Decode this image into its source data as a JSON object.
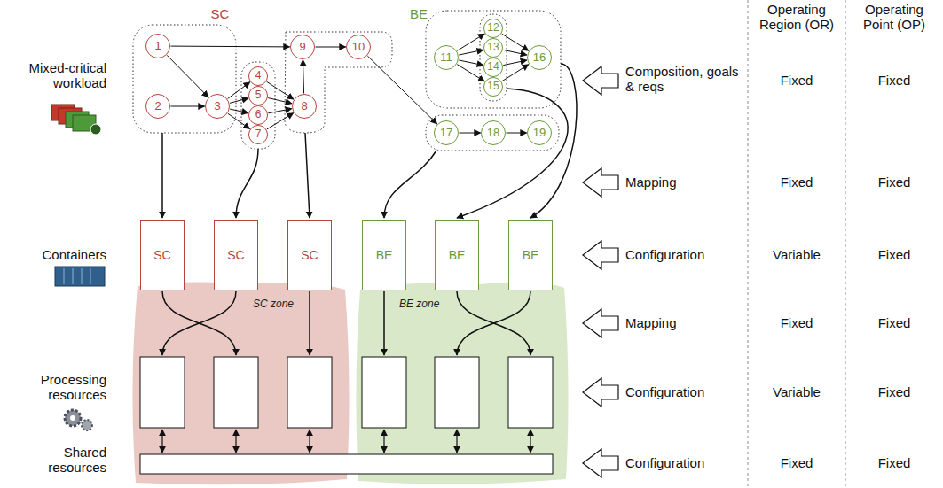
{
  "diagram": {
    "nodes": [
      {
        "text": [
          "1"
        ]
      },
      {
        "text": [
          "2"
        ]
      },
      {
        "text": [
          "3"
        ]
      },
      {
        "text": [
          "4"
        ]
      },
      {
        "text": [
          "5"
        ]
      },
      {
        "text": [
          "6"
        ]
      },
      {
        "text": [
          "7"
        ]
      },
      {
        "text": [
          "8"
        ]
      },
      {
        "text": [
          "9"
        ]
      },
      {
        "text": [
          "10"
        ]
      },
      {
        "text": [
          "11"
        ]
      },
      {
        "text": [
          "12"
        ]
      },
      {
        "text": [
          "13"
        ]
      },
      {
        "text": [
          "14"
        ]
      },
      {
        "text": [
          "15"
        ]
      },
      {
        "text": [
          "16"
        ]
      },
      {
        "text": [
          "17"
        ]
      },
      {
        "text": [
          "18"
        ]
      },
      {
        "text": [
          "19"
        ]
      },
      {
        "text": [
          "SC"
        ]
      },
      {
        "text": [
          "SC"
        ]
      },
      {
        "text": [
          "SC"
        ]
      },
      {
        "text": [
          "BE"
        ]
      },
      {
        "text": [
          "BE"
        ]
      },
      {
        "text": [
          "BE"
        ]
      },
      {
        "text": [
          "SC zone"
        ]
      },
      {
        "text": [
          "BE zone"
        ]
      }
    ],
    "edges": [
      {
        "from": 0,
        "to": 2,
        "arrow": "to"
      },
      {
        "from": 0,
        "to": 8,
        "arrow": "to"
      },
      {
        "from": 1,
        "to": 2,
        "arrow": "to"
      },
      {
        "from": 2,
        "to": 3,
        "arrow": "to"
      },
      {
        "from": 2,
        "to": 4,
        "arrow": "to"
      },
      {
        "from": 2,
        "to": 5,
        "arrow": "to"
      },
      {
        "from": 2,
        "to": 6,
        "arrow": "to"
      },
      {
        "from": 3,
        "to": 7,
        "arrow": "to"
      },
      {
        "from": 4,
        "to": 7,
        "arrow": "to"
      },
      {
        "from": 5,
        "to": 7,
        "arrow": "to"
      },
      {
        "from": 6,
        "to": 7,
        "arrow": "to"
      },
      {
        "from": 7,
        "to": 8,
        "arrow": "to"
      },
      {
        "from": 8,
        "to": 9,
        "arrow": "to"
      },
      {
        "from": 9,
        "to": 16,
        "arrow": "to"
      },
      {
        "from": 10,
        "to": 11,
        "arrow": "to"
      },
      {
        "from": 10,
        "to": 12,
        "arrow": "to"
      },
      {
        "from": 10,
        "to": 13,
        "arrow": "to"
      },
      {
        "from": 10,
        "to": 14,
        "arrow": "to"
      },
      {
        "from": 11,
        "to": 15,
        "arrow": "to"
      },
      {
        "from": 12,
        "to": 15,
        "arrow": "to"
      },
      {
        "from": 13,
        "to": 15,
        "arrow": "to"
      },
      {
        "from": 14,
        "to": 15,
        "arrow": "to"
      },
      {
        "from": 16,
        "to": 17,
        "arrow": "to"
      },
      {
        "from": 17,
        "to": 18,
        "arrow": "to"
      }
    ],
    "labels": [
      "SC",
      "BE",
      "Mixed-critical workload",
      "Containers",
      "Processing resources",
      "Shared resources",
      "Composition, goals & reqs",
      "Mapping",
      "Configuration",
      "Mapping",
      "Configuration",
      "Configuration",
      "Operating Region (OR)",
      "Operating Point (OP)",
      "Fixed",
      "Fixed",
      "Fixed",
      "Fixed",
      "Variable",
      "Fixed",
      "Fixed",
      "Fixed",
      "Variable",
      "Fixed",
      "Fixed",
      "Fixed"
    ]
  }
}
